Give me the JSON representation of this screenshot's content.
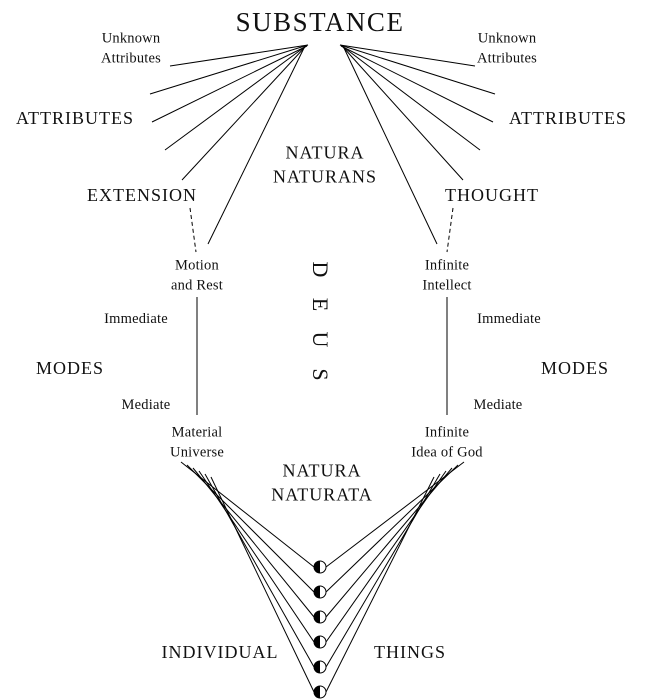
{
  "top": {
    "substance": "SUBSTANCE",
    "natura_naturans": "NATURA\nNATURANS",
    "left": {
      "unknown_attributes": "Unknown\nAttributes",
      "attributes": "ATTRIBUTES",
      "extension": "EXTENSION"
    },
    "right": {
      "unknown_attributes": "Unknown\nAttributes",
      "attributes": "ATTRIBUTES",
      "thought": "THOUGHT"
    }
  },
  "middle": {
    "deus": [
      "D",
      "E",
      "U",
      "S"
    ],
    "left": {
      "first_mode": "Motion\nand Rest",
      "immediate": "Immediate",
      "modes": "MODES",
      "mediate": "Mediate",
      "mediate_mode": "Material\nUniverse"
    },
    "right": {
      "first_mode": "Infinite\nIntellect",
      "immediate": "Immediate",
      "modes": "MODES",
      "mediate": "Mediate",
      "mediate_mode": "Infinite\nIdea of God"
    }
  },
  "bottom": {
    "natura_naturata": "NATURA\nNATURATA",
    "individual": "INDIVIDUAL",
    "things": "THINGS",
    "individual_thing_count": 6
  },
  "colors": {
    "line": "#000000",
    "background": "#ffffff",
    "text": "#111111"
  }
}
